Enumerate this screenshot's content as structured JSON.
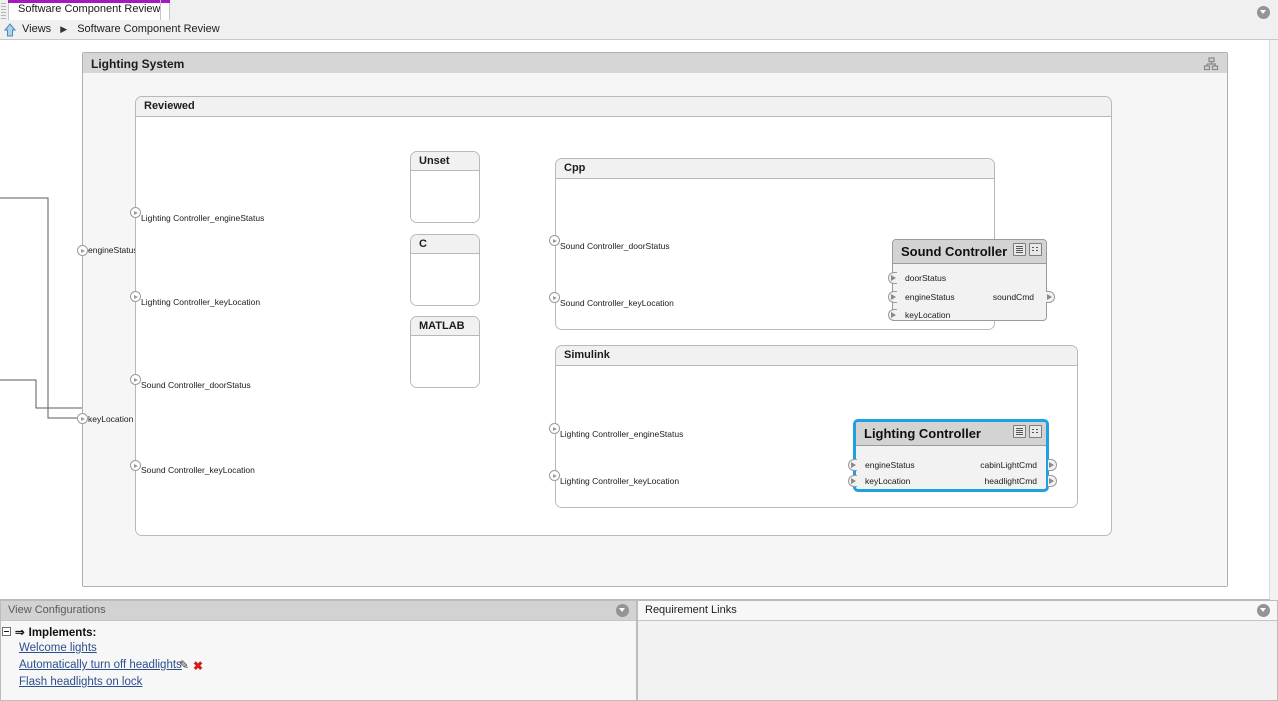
{
  "window": {
    "tab_label": "Software Component Review",
    "tab_accent_color": "#a818c0",
    "close_icon": "chevron-circle-icon"
  },
  "breadcrumb": {
    "home_icon": "navigate-up-icon",
    "root": "Views",
    "separator": "▶",
    "current": "Software Component Review"
  },
  "canvas": {
    "system": {
      "title": "Lighting System",
      "icon": "hierarchy-icon",
      "ports": [
        {
          "name": "engineStatus"
        },
        {
          "name": "keyLocation"
        }
      ]
    },
    "reviewed_group": {
      "title": "Reviewed",
      "ports": [
        {
          "name": "Lighting Controller_engineStatus"
        },
        {
          "name": "Lighting Controller_keyLocation"
        },
        {
          "name": "Sound Controller_doorStatus"
        },
        {
          "name": "Sound Controller_keyLocation"
        }
      ]
    },
    "stub_groups": [
      {
        "title": "Unset"
      },
      {
        "title": "C"
      },
      {
        "title": "MATLAB"
      }
    ],
    "cpp_group": {
      "title": "Cpp",
      "ports": [
        {
          "name": "Sound Controller_doorStatus"
        },
        {
          "name": "Sound Controller_keyLocation"
        }
      ],
      "component": {
        "title": "Sound Controller",
        "selected": false,
        "header_icons": [
          "document-icon",
          "list-icon"
        ],
        "inputs": [
          "doorStatus",
          "engineStatus",
          "keyLocation"
        ],
        "outputs": [
          "soundCmd"
        ]
      }
    },
    "simulink_group": {
      "title": "Simulink",
      "ports": [
        {
          "name": "Lighting Controller_engineStatus"
        },
        {
          "name": "Lighting Controller_keyLocation"
        }
      ],
      "component": {
        "title": "Lighting Controller",
        "selected": true,
        "selection_color": "#1fa0e0",
        "header_icons": [
          "document-icon",
          "list-icon"
        ],
        "inputs": [
          "engineStatus",
          "keyLocation"
        ],
        "outputs": [
          "cabinLightCmd",
          "headlightCmd"
        ]
      }
    }
  },
  "panels": {
    "left": {
      "title": "View Configurations",
      "collapse_icon": "chevron-circle-icon",
      "tree": {
        "group_label": "Implements:",
        "group_arrow": "⇒",
        "items": [
          {
            "label": "Welcome lights",
            "has_edit": false,
            "has_delete": false
          },
          {
            "label": "Automatically turn off headlights",
            "has_edit": true,
            "has_delete": true
          },
          {
            "label": "Flash headlights on lock",
            "has_edit": false,
            "has_delete": false
          }
        ]
      }
    },
    "right": {
      "title": "Requirement Links",
      "collapse_icon": "chevron-circle-icon"
    }
  }
}
